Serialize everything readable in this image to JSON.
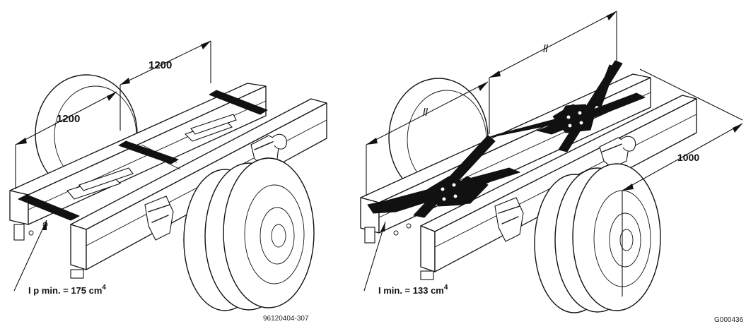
{
  "left_panel": {
    "dim_top": "1200",
    "dim_left": "1200",
    "inertia_prefix": "I p min. = 175 cm",
    "inertia_exp": "4",
    "drawing_code": "96120404-307"
  },
  "right_panel": {
    "dim_top": "ll",
    "dim_left": "ll",
    "dim_side": "1000",
    "inertia_prefix": "I min. = 133 cm",
    "inertia_exp": "4",
    "drawing_code": "G000436"
  }
}
